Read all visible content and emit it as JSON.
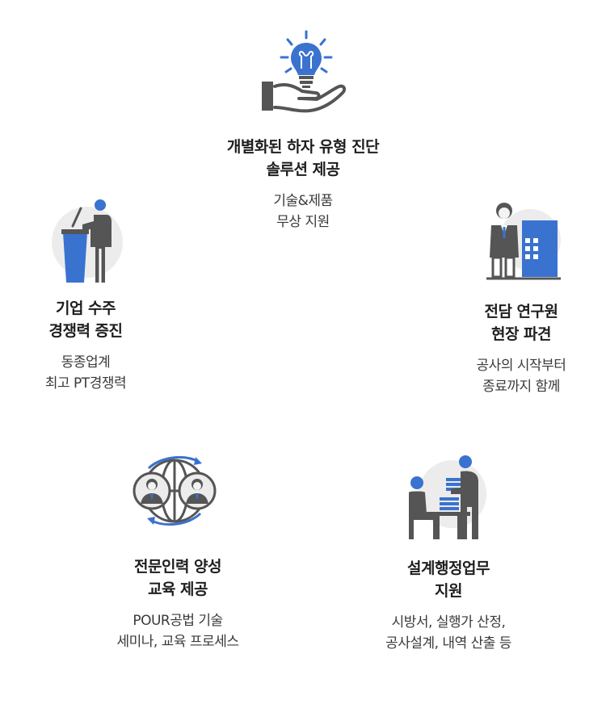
{
  "colors": {
    "accent_blue": "#3a72d0",
    "dark_gray": "#555555",
    "light_gray": "#ececec"
  },
  "items": [
    {
      "icon": "lightbulb-hand-icon",
      "title": "개별화된 하자 유형 진단\n솔루션 제공",
      "desc": "기술&제품\n무상 지원"
    },
    {
      "icon": "presenter-podium-icon",
      "title": "기업 수주\n경쟁력 증진",
      "desc": "동종업계\n최고 PT경쟁력"
    },
    {
      "icon": "researcher-building-icon",
      "title": "전담 연구원\n현장 파견",
      "desc": "공사의 시작부터\n종료까지 함께"
    },
    {
      "icon": "global-training-icon",
      "title": "전문인력 양성\n교육 제공",
      "desc": "POUR공법 기술\n세미나, 교육 프로세스"
    },
    {
      "icon": "consulting-desk-icon",
      "title": "설계행정업무\n지원",
      "desc": "시방서, 실행가 산정,\n공사설계, 내역 산출 등"
    }
  ]
}
